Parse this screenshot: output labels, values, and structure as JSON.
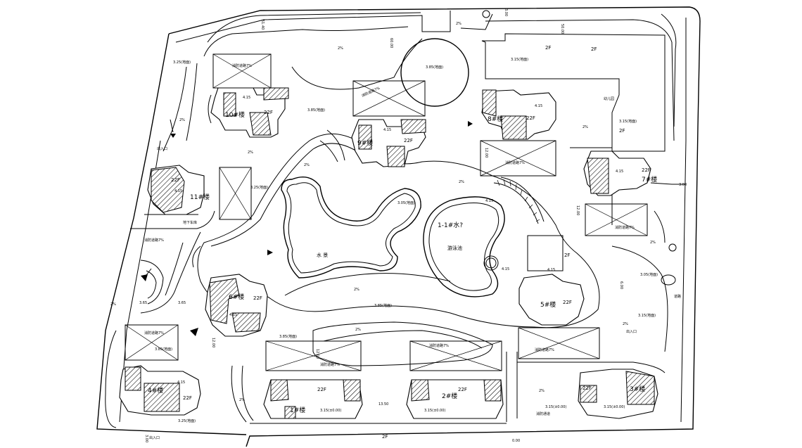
{
  "site_plan": {
    "buildings": [
      {
        "id": "b1",
        "label": "1#楼",
        "floors": "22F"
      },
      {
        "id": "b2",
        "label": "2#楼",
        "floors": "22F"
      },
      {
        "id": "b3",
        "label": "3#楼",
        "floors": "22F"
      },
      {
        "id": "b4",
        "label": "4#楼",
        "floors": "22F"
      },
      {
        "id": "b5",
        "label": "5#楼",
        "floors": "22F"
      },
      {
        "id": "b6",
        "label": "6#楼",
        "floors": "22F"
      },
      {
        "id": "b7",
        "label": "7#楼",
        "floors": "22F"
      },
      {
        "id": "b8",
        "label": "8#楼",
        "floors": "22F"
      },
      {
        "id": "b9",
        "label": "9#楼",
        "floors": "22F"
      },
      {
        "id": "b10",
        "label": "10#楼",
        "floors": "22F"
      },
      {
        "id": "b11",
        "label": "11#楼",
        "floors": "22F"
      }
    ],
    "features": {
      "pool_label": "1-1#水?",
      "pool_sub": "游泳池",
      "lake_label": "水 景",
      "clubhouse_2f": "2F",
      "clubhouse_2f_b": "2F",
      "podium_2f": "2F",
      "podium_2f_b": "2F",
      "shops_2f": "2F",
      "note_kindergarten": "幼儿园"
    },
    "elevations": [
      "3.25(地面)",
      "3.85(地面)",
      "3.15(地面)",
      "3.85(地面)",
      "3.25(地面)",
      "3.05(地面)",
      "3.85(地面)",
      "3.65",
      "3.65",
      "3.15(±0.00)",
      "3.15(±0.00)",
      "3.15(±0.00)",
      "3.15(±0.00)",
      "3.85(地面)",
      "3.85(地面)",
      "3.15(地面)",
      "3.15(地面)",
      "3.25(地面)",
      "3.05(地面)"
    ],
    "ffl_marks": [
      "4.15",
      "4.15",
      "4.15",
      "4.15",
      "4.15",
      "4.15",
      "4.15",
      "4.15",
      "4.15",
      "4.15"
    ],
    "slopes": [
      "2%",
      "2%",
      "2%",
      "2%",
      "2%",
      "2%",
      "2%",
      "2%",
      "2%",
      "2%",
      "2%",
      "2%",
      "2%",
      "2%"
    ],
    "dims": [
      "51.40",
      "50.00",
      "60.00",
      "3.00",
      "13.50",
      "0.00",
      "3.00",
      "6.00",
      "12.00",
      "12.00",
      "12.00",
      "3.00",
      "12.00"
    ],
    "fire_lanes": [
      "消防道路7%",
      "消防道路7%",
      "消防道路7%",
      "消防道路7%",
      "消防道路7%",
      "消防道路7%",
      "消防道路7%",
      "消防道路7%",
      "消防道路7%"
    ],
    "entrances": [
      "出入口",
      "出入口",
      "出入口"
    ],
    "road_marks": [
      "道路",
      "消防通道",
      "地下车库"
    ]
  }
}
